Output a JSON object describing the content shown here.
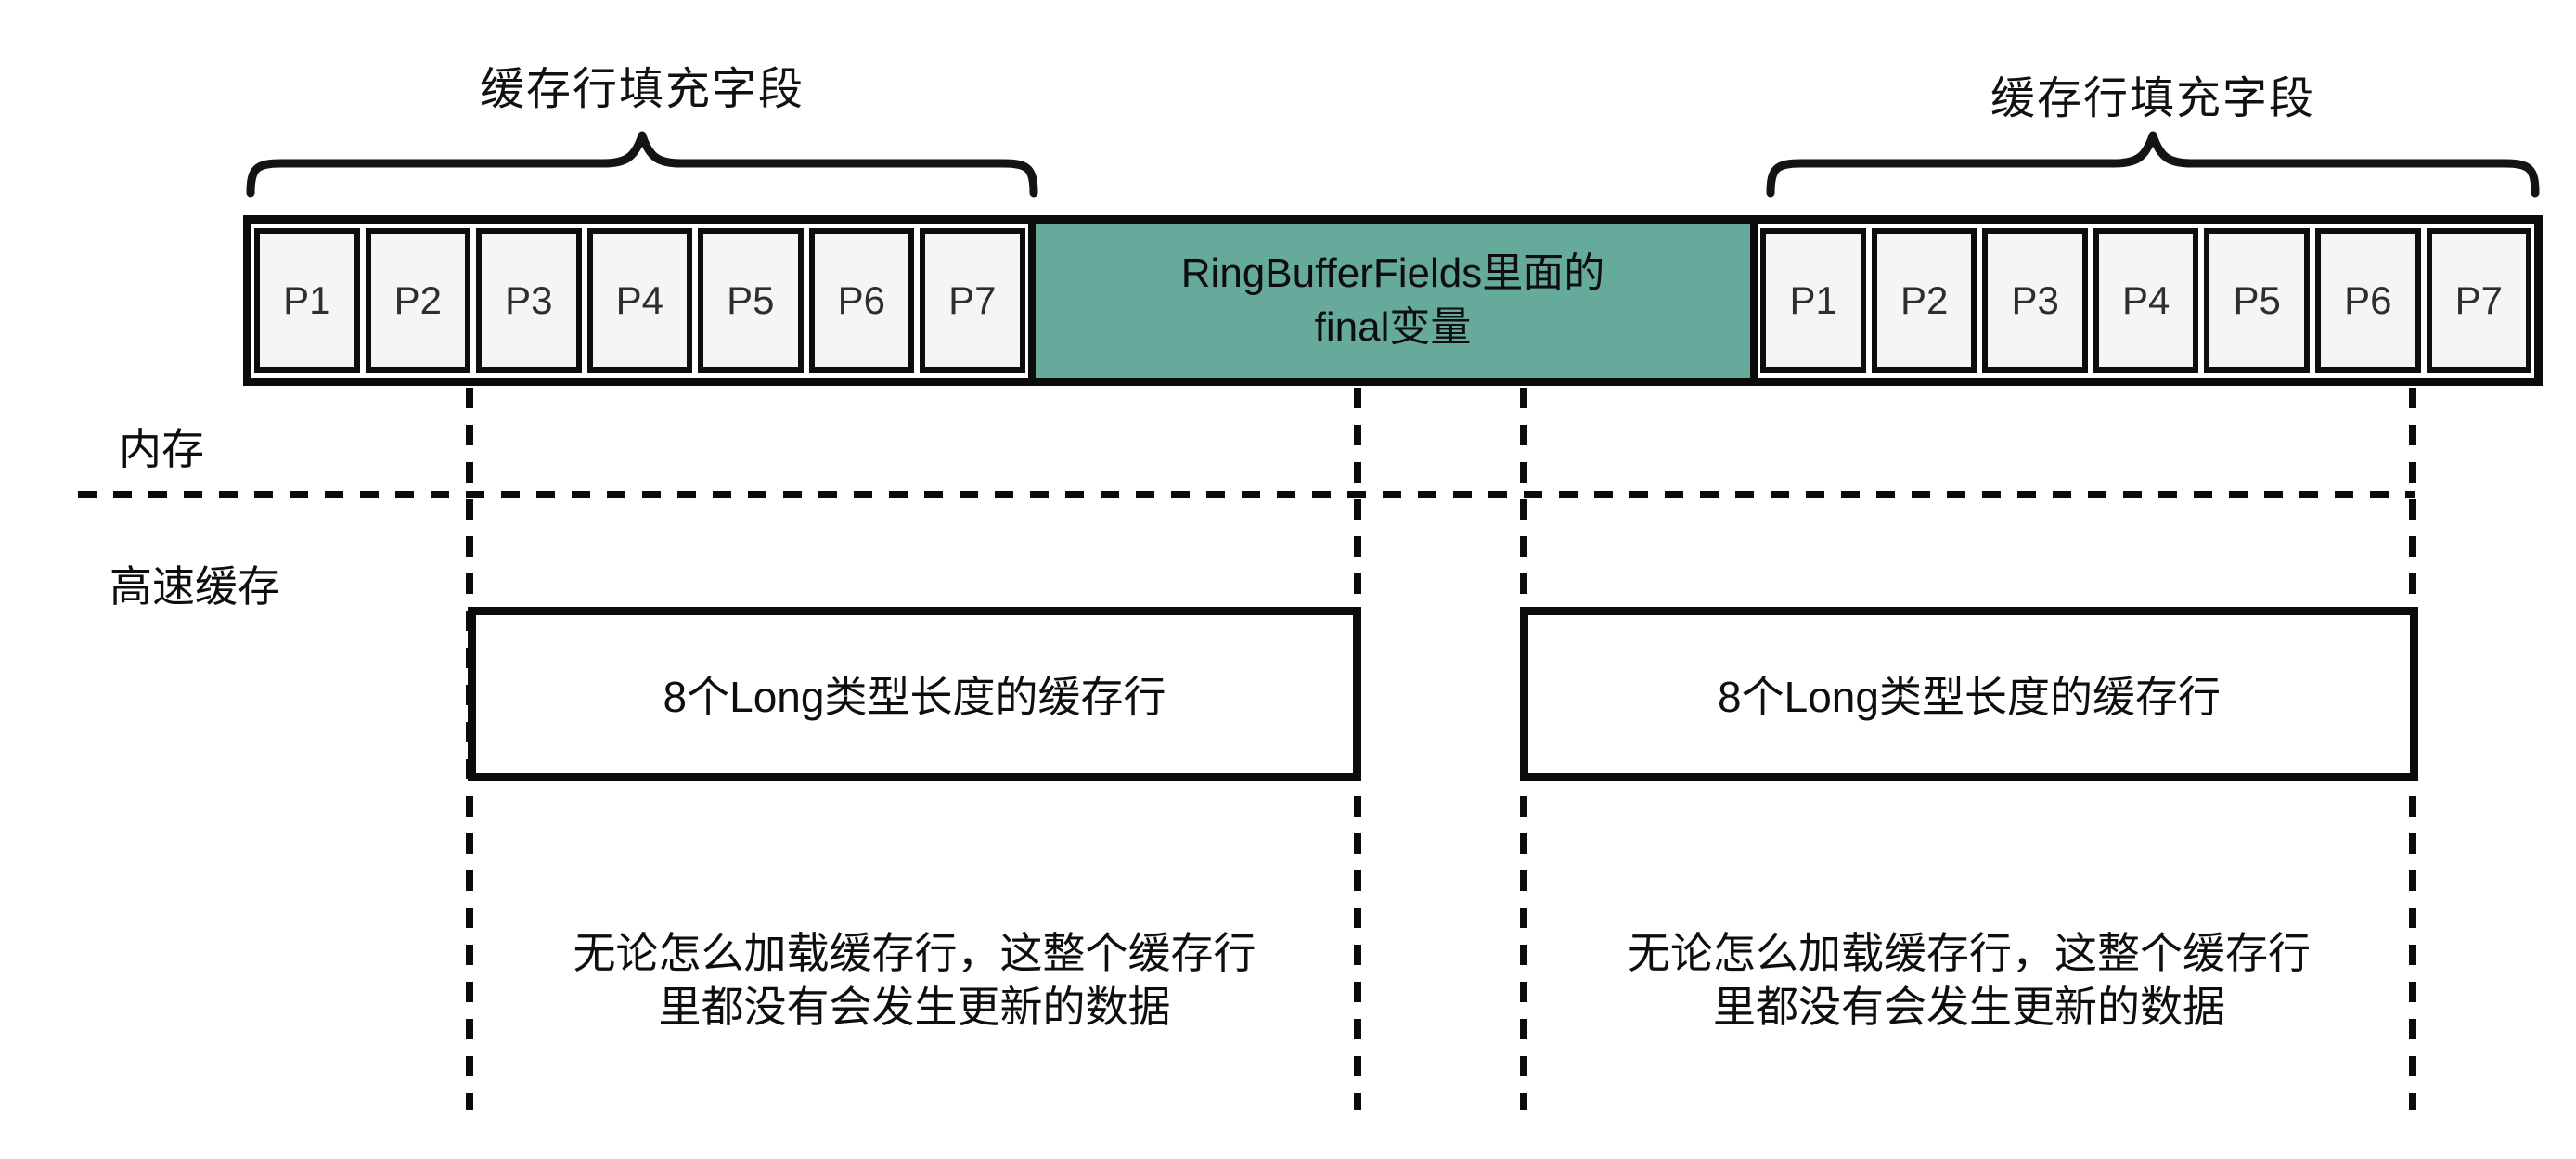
{
  "colors": {
    "teal": "#66AA9B",
    "cell_bg": "#F5F5F4",
    "ink": "#0B0B0B"
  },
  "top_labels": {
    "left": "缓存行填充字段",
    "right": "缓存行填充字段"
  },
  "memory_row": {
    "left_cells": [
      "P1",
      "P2",
      "P3",
      "P4",
      "P5",
      "P6",
      "P7"
    ],
    "center_cell": {
      "line1": "RingBufferFields里面的",
      "line2": "final变量"
    },
    "right_cells": [
      "P1",
      "P2",
      "P3",
      "P4",
      "P5",
      "P6",
      "P7"
    ]
  },
  "side_labels": {
    "memory": "内存",
    "cache": "高速缓存"
  },
  "cache_line_boxes": {
    "left": "8个Long类型长度的缓存行",
    "right": "8个Long类型长度的缓存行"
  },
  "notes": {
    "left": {
      "line1": "无论怎么加载缓存行，这整个缓存行",
      "line2": "里都没有会发生更新的数据"
    },
    "right": {
      "line1": "无论怎么加载缓存行，这整个缓存行",
      "line2": "里都没有会发生更新的数据"
    }
  }
}
